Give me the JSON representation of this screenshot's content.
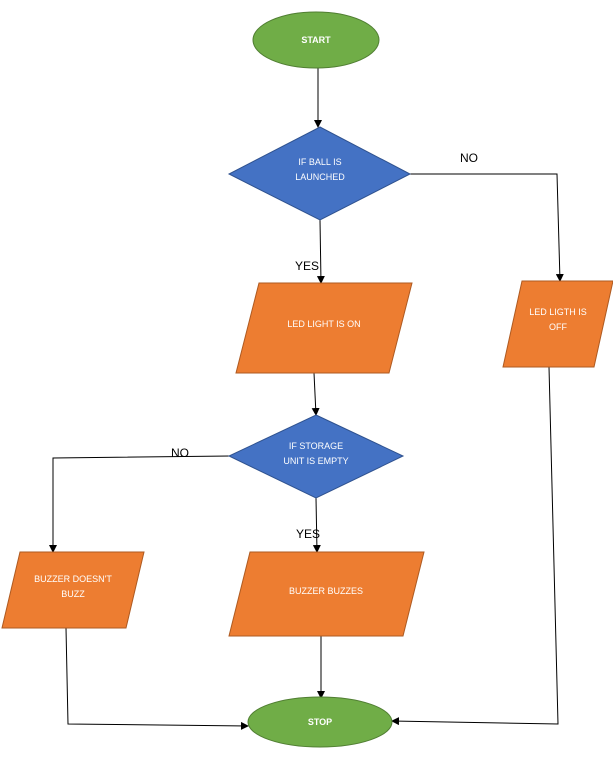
{
  "colors": {
    "terminal_fill": "#70ad47",
    "terminal_stroke": "#507e32",
    "decision_fill": "#4472c4",
    "decision_stroke": "#2f528f",
    "io_fill": "#ed7d31",
    "io_stroke": "#ae5a21",
    "edge": "#000000",
    "text_on_shape": "#ffffff"
  },
  "nodes": {
    "start": {
      "shape": "ellipse",
      "label": [
        "START"
      ]
    },
    "decision_ball": {
      "shape": "diamond",
      "label": [
        "IF BALL IS",
        "LAUNCHED"
      ]
    },
    "led_on": {
      "shape": "parallelogram",
      "label": [
        "LED LIGHT IS ON"
      ]
    },
    "led_off": {
      "shape": "parallelogram",
      "label": [
        "LED LIGTH IS",
        "OFF"
      ]
    },
    "decision_storage": {
      "shape": "diamond",
      "label": [
        "IF STORAGE",
        "UNIT IS EMPTY"
      ]
    },
    "buzzer_no": {
      "shape": "parallelogram",
      "label": [
        "BUZZER DOESN'T",
        "BUZZ"
      ]
    },
    "buzzer_yes": {
      "shape": "parallelogram",
      "label": [
        "BUZZER BUZZES"
      ]
    },
    "stop": {
      "shape": "ellipse",
      "label": [
        "STOP"
      ]
    }
  },
  "edges": [
    {
      "from": "start",
      "to": "decision_ball",
      "label": ""
    },
    {
      "from": "decision_ball",
      "to": "led_off",
      "label": "NO"
    },
    {
      "from": "decision_ball",
      "to": "led_on",
      "label": "YES"
    },
    {
      "from": "led_on",
      "to": "decision_storage",
      "label": ""
    },
    {
      "from": "decision_storage",
      "to": "buzzer_no",
      "label": "NO"
    },
    {
      "from": "decision_storage",
      "to": "buzzer_yes",
      "label": "YES"
    },
    {
      "from": "buzzer_yes",
      "to": "stop",
      "label": ""
    },
    {
      "from": "buzzer_no",
      "to": "stop",
      "label": ""
    },
    {
      "from": "led_off",
      "to": "stop",
      "label": ""
    }
  ]
}
